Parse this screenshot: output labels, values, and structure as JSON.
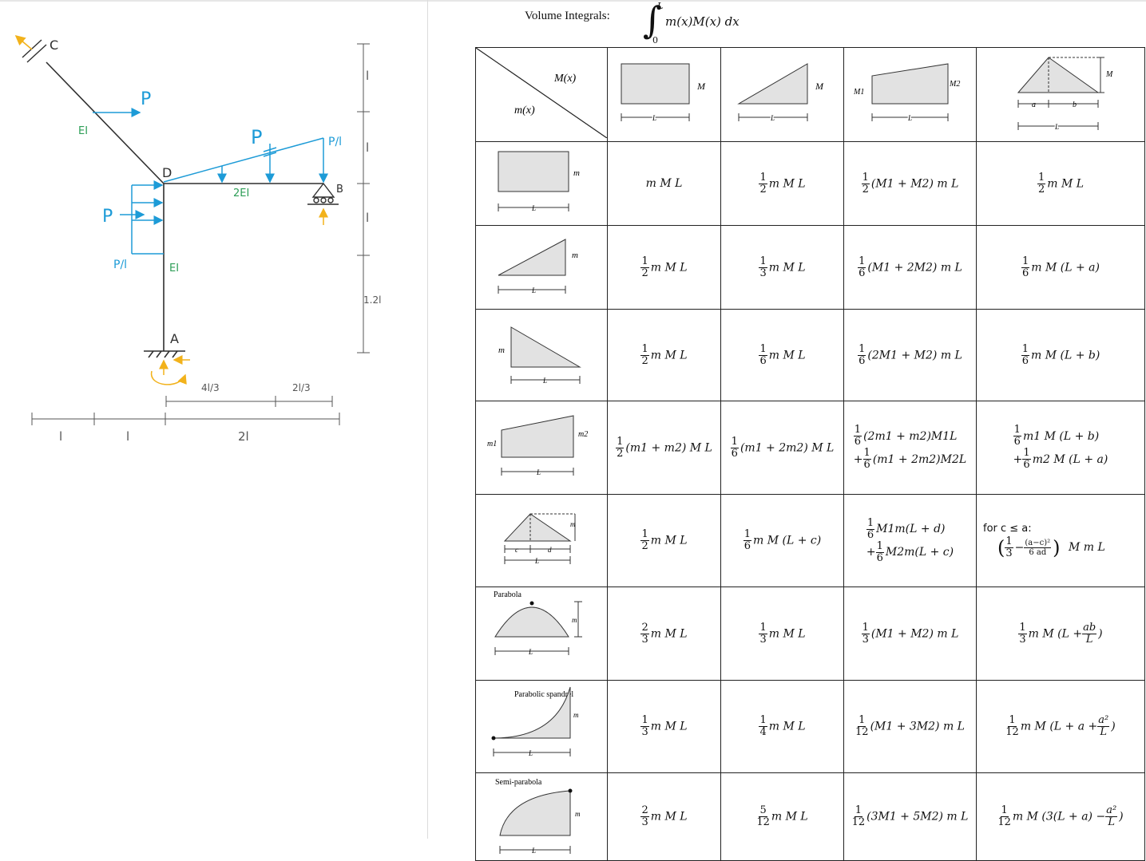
{
  "sketch": {
    "labels": {
      "C": "C",
      "D": "D",
      "B": "B",
      "A": "A",
      "P_top": "P",
      "P_mid": "P",
      "P_over_l": "P/l",
      "P_left": "P",
      "P_over_l_left": "P/l",
      "EI_top": "EI",
      "EI_beam": "2EI",
      "EI_col": "EI",
      "dim_l1": "l",
      "dim_l2": "l",
      "dim_l3": "l",
      "dim_12l": "1.2l",
      "dim_4l3": "4l/3",
      "dim_2l3": "2l/3",
      "dim_bot_l1": "l",
      "dim_bot_l2": "l",
      "dim_bot_2l": "2l"
    },
    "colors": {
      "ink": "#2f2f2f",
      "load": "#1d9bd7",
      "stiffness": "#2e9e57",
      "reaction": "#f2b21b",
      "dims": "#555555"
    }
  },
  "table": {
    "title": "Volume Integrals:",
    "integral": {
      "upper": "L",
      "lower": "0",
      "expression": "m(x)M(x) dx"
    },
    "corner": {
      "M": "M(x)",
      "m": "m(x)"
    },
    "col_header_labels": {
      "rect": {
        "M": "M",
        "L": "L"
      },
      "tri": {
        "M": "M",
        "L": "L"
      },
      "trap": {
        "M1": "M1",
        "M2": "M2",
        "L": "L"
      },
      "peak": {
        "M": "M",
        "a": "a",
        "b": "b",
        "L": "L"
      }
    },
    "row_header_labels": {
      "rect": {
        "m": "m",
        "L": "L"
      },
      "tri_up": {
        "m": "m",
        "L": "L"
      },
      "tri_down": {
        "m": "m",
        "L": "L"
      },
      "trap": {
        "m1": "m1",
        "m2": "m2",
        "L": "L"
      },
      "peak": {
        "m": "m",
        "c": "c",
        "d": "d",
        "L": "L"
      },
      "parabola": {
        "title": "Parabola",
        "m": "m",
        "L": "L"
      },
      "spandrel": {
        "title": "Parabolic spandrel",
        "m": "m",
        "L": "L"
      },
      "semi": {
        "title": "Semi-parabola",
        "m": "m",
        "L": "L"
      }
    },
    "rows": [
      {
        "c1": {
          "expr": "m M L"
        },
        "c2": {
          "n": "1",
          "d": "2",
          "expr": "m M L"
        },
        "c3": {
          "n": "1",
          "d": "2",
          "expr": "(M1 + M2) m L"
        },
        "c4": {
          "n": "1",
          "d": "2",
          "expr": "m M L"
        }
      },
      {
        "c1": {
          "n": "1",
          "d": "2",
          "expr": "m M L"
        },
        "c2": {
          "n": "1",
          "d": "3",
          "expr": "m M L"
        },
        "c3": {
          "n": "1",
          "d": "6",
          "expr": "(M1 + 2M2) m L"
        },
        "c4": {
          "n": "1",
          "d": "6",
          "expr": "m M (L + a)"
        }
      },
      {
        "c1": {
          "n": "1",
          "d": "2",
          "expr": "m M L"
        },
        "c2": {
          "n": "1",
          "d": "6",
          "expr": "m M L"
        },
        "c3": {
          "n": "1",
          "d": "6",
          "expr": "(2M1 + M2) m L"
        },
        "c4": {
          "n": "1",
          "d": "6",
          "expr": "m M (L + b)"
        }
      },
      {
        "c1": {
          "n": "1",
          "d": "2",
          "expr": "(m1 + m2) M L"
        },
        "c2": {
          "n": "1",
          "d": "6",
          "expr": "(m1 + 2m2) M L"
        },
        "c3": {
          "l1n": "1",
          "l1d": "6",
          "l1": "(2m1 + m2)M1L",
          "l2p": "+",
          "l2n": "1",
          "l2d": "6",
          "l2": "(m1 + 2m2)M2L"
        },
        "c4": {
          "l1n": "1",
          "l1d": "6",
          "l1": "m1 M (L + b)",
          "l2p": "+",
          "l2n": "1",
          "l2d": "6",
          "l2": "m2 M (L + a)"
        }
      },
      {
        "c1": {
          "n": "1",
          "d": "2",
          "expr": "m M L"
        },
        "c2": {
          "n": "1",
          "d": "6",
          "expr": "m M (L + c)"
        },
        "c3": {
          "l1n": "1",
          "l1d": "6",
          "l1": "M1m(L + d)",
          "l2p": "+",
          "l2n": "1",
          "l2d": "6",
          "l2": "M2m(L + c)"
        },
        "c4": {
          "cond": "for c ≤ a:",
          "pn": "1",
          "pd": "3",
          "minus": "−",
          "qn": "(a−c)²",
          "qd": "6 ad",
          "tail": "M m L"
        }
      },
      {
        "c1": {
          "n": "2",
          "d": "3",
          "expr": "m M L"
        },
        "c2": {
          "n": "1",
          "d": "3",
          "expr": "m M L"
        },
        "c3": {
          "n": "1",
          "d": "3",
          "expr": "(M1 + M2) m L"
        },
        "c4": {
          "n": "1",
          "d": "3",
          "pre": "m M (L +",
          "in_n": "ab",
          "in_d": "L",
          "post": ")"
        }
      },
      {
        "c1": {
          "n": "1",
          "d": "3",
          "expr": "m M L"
        },
        "c2": {
          "n": "1",
          "d": "4",
          "expr": "m M L"
        },
        "c3": {
          "n": "1",
          "d": "12",
          "expr": "(M1 + 3M2) m L"
        },
        "c4": {
          "n": "1",
          "d": "12",
          "pre": "m M (L + a +",
          "in_n": "a²",
          "in_d": "L",
          "post": ")"
        }
      },
      {
        "c1": {
          "n": "2",
          "d": "3",
          "expr": "m M L"
        },
        "c2": {
          "n": "5",
          "d": "12",
          "expr": "m M L"
        },
        "c3": {
          "n": "1",
          "d": "12",
          "expr": "(3M1 + 5M2) m L"
        },
        "c4": {
          "n": "1",
          "d": "12",
          "pre": "m M (3(L + a) −",
          "in_n": "a²",
          "in_d": "L",
          "post": ")"
        }
      }
    ]
  }
}
